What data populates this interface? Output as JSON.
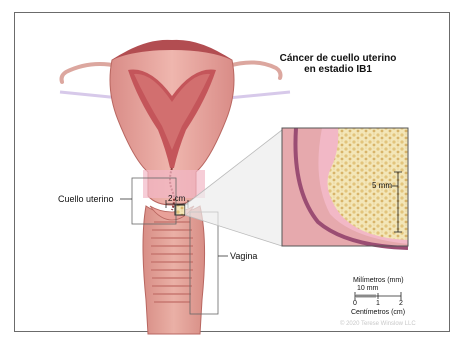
{
  "title_lines": [
    "Cáncer de cuello uterino",
    "en estadio IB1"
  ],
  "labels": {
    "cervix": "Cuello uterino",
    "vagina": "Vagina",
    "tumor_size_small": "2 cm",
    "tumor_size_large": "5 mm"
  },
  "scale_bar": {
    "top_label": "Milímetros (mm)",
    "mm_value": "10 mm",
    "ticks": [
      "0",
      "1",
      "2"
    ],
    "bottom_label": "Centímetros (cm)"
  },
  "copyright": "© 2020 Terese Winslow LLC",
  "colors": {
    "tissue": "#e8a7a0",
    "tissue_dark": "#c66a66",
    "cavity": "#c9565a",
    "tumor": "#f0e2b0",
    "tumor_dot": "#d9b86a",
    "highlight": "#f2b8c6"
  }
}
